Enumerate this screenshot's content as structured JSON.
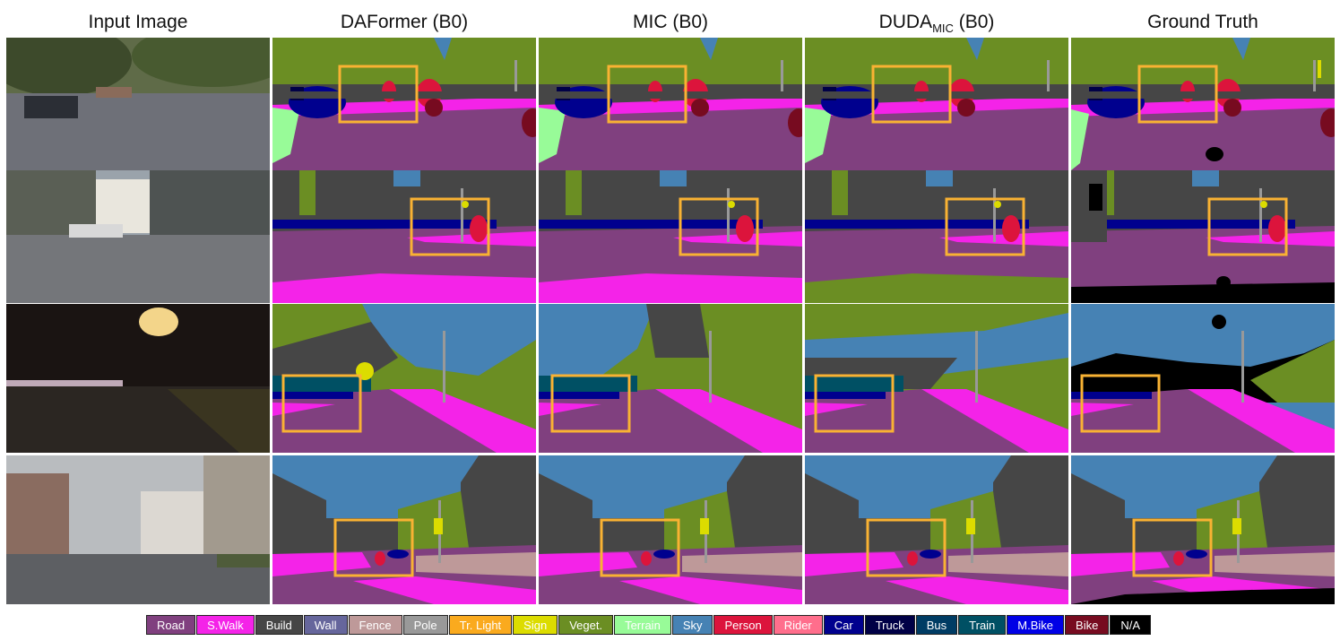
{
  "columns": [
    {
      "title": "Input Image"
    },
    {
      "title": "DAFormer (B0)"
    },
    {
      "title": "MIC (B0)"
    },
    {
      "title": "DUDA",
      "sub": "MIC",
      "suffix": " (B0)"
    },
    {
      "title": "Ground Truth"
    }
  ],
  "rows": 4,
  "legend": [
    {
      "label": "Road",
      "color": "#80407f",
      "text": "#ffffff"
    },
    {
      "label": "S.Walk",
      "color": "#f423e8",
      "text": "#ffffff"
    },
    {
      "label": "Build",
      "color": "#464646",
      "text": "#ffffff"
    },
    {
      "label": "Wall",
      "color": "#66669c",
      "text": "#ffffff"
    },
    {
      "label": "Fence",
      "color": "#be9999",
      "text": "#ffffff"
    },
    {
      "label": "Pole",
      "color": "#999999",
      "text": "#ffffff"
    },
    {
      "label": "Tr. Light",
      "color": "#faaa1e",
      "text": "#ffffff"
    },
    {
      "label": "Sign",
      "color": "#dcdc00",
      "text": "#ffffff"
    },
    {
      "label": "Veget.",
      "color": "#6b8e23",
      "text": "#ffffff"
    },
    {
      "label": "Terrain",
      "color": "#98fb98",
      "text": "#ffffff"
    },
    {
      "label": "Sky",
      "color": "#4682b4",
      "text": "#ffffff"
    },
    {
      "label": "Person",
      "color": "#dc143c",
      "text": "#ffffff"
    },
    {
      "label": "Rider",
      "color": "#ff6e8c",
      "text": "#ffffff"
    },
    {
      "label": "Car",
      "color": "#00008e",
      "text": "#ffffff"
    },
    {
      "label": "Truck",
      "color": "#000046",
      "text": "#ffffff"
    },
    {
      "label": "Bus",
      "color": "#003c64",
      "text": "#ffffff"
    },
    {
      "label": "Train",
      "color": "#005064",
      "text": "#ffffff"
    },
    {
      "label": "M.Bike",
      "color": "#0000e6",
      "text": "#ffffff"
    },
    {
      "label": "Bike",
      "color": "#770b20",
      "text": "#ffffff"
    },
    {
      "label": "N/A",
      "color": "#000000",
      "text": "#ffffff"
    }
  ],
  "highlight_color": "#f9b233"
}
